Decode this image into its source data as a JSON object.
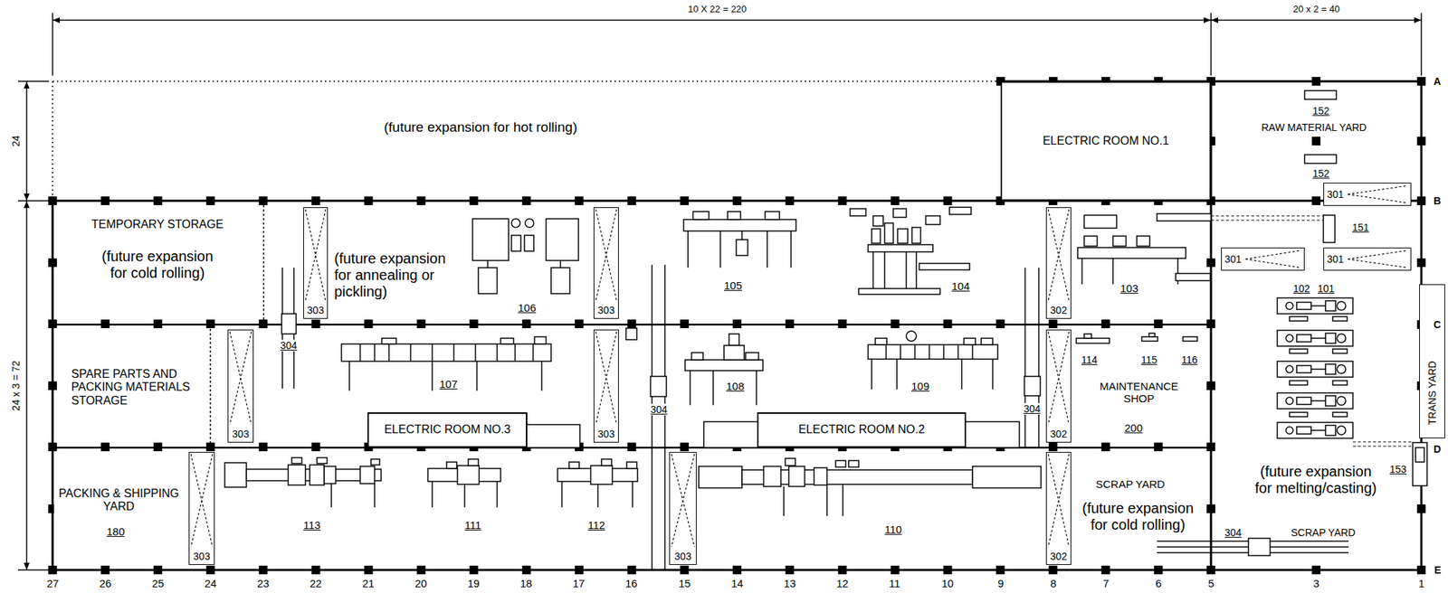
{
  "diagram": {
    "nodes": [
      {
        "text": [
          "ELECTRIC ROOM NO.1"
        ]
      },
      {
        "text": [
          "301"
        ]
      },
      {
        "text": [
          "303"
        ]
      },
      {
        "text": [
          "303"
        ]
      },
      {
        "text": [
          "302"
        ]
      },
      {
        "text": [
          "301"
        ]
      },
      {
        "text": [
          "301"
        ]
      },
      {
        "text": [
          "TRANS YARD"
        ]
      },
      {
        "text": [
          "303"
        ]
      },
      {
        "text": [
          "303"
        ]
      },
      {
        "text": [
          "302"
        ]
      },
      {
        "text": [
          "ELECTRIC ROOM NO.3"
        ]
      },
      {
        "text": [
          "ELECTRIC ROOM NO.2"
        ]
      },
      {
        "text": [
          "303"
        ]
      },
      {
        "text": [
          "303"
        ]
      },
      {
        "text": [
          "302"
        ]
      }
    ],
    "labels": [
      "10 X 22 = 220",
      "20 x 2 = 40",
      "24",
      "24 x 3 = 72",
      "A",
      "B",
      "C",
      "D",
      "E",
      "(future expansion for hot rolling)",
      "RAW MATERIAL YARD",
      "152",
      "152",
      "TEMPORARY STORAGE",
      "(future expansion for cold rolling)",
      "(future expansion for annealing or pickling)",
      "106",
      "105",
      "104",
      "103",
      "151",
      "102",
      "101",
      "304",
      "SPARE PARTS AND PACKING MATERIALS STORAGE",
      "107",
      "108",
      "109",
      "304",
      "304",
      "114",
      "115",
      "116",
      "MAINTENANCE SHOP",
      "200",
      "PACKING & SHIPPING YARD",
      "180",
      "113",
      "111",
      "112",
      "110",
      "SCRAP YARD",
      "(future expansion for cold rolling)",
      "(future expansion for melting/casting)",
      "153",
      "304",
      "SCRAP YARD",
      "27",
      "26",
      "25",
      "24",
      "23",
      "22",
      "21",
      "20",
      "19",
      "18",
      "17",
      "16",
      "15",
      "14",
      "13",
      "12",
      "11",
      "10",
      "9",
      "8",
      "7",
      "6",
      "5",
      "3",
      "1"
    ]
  }
}
